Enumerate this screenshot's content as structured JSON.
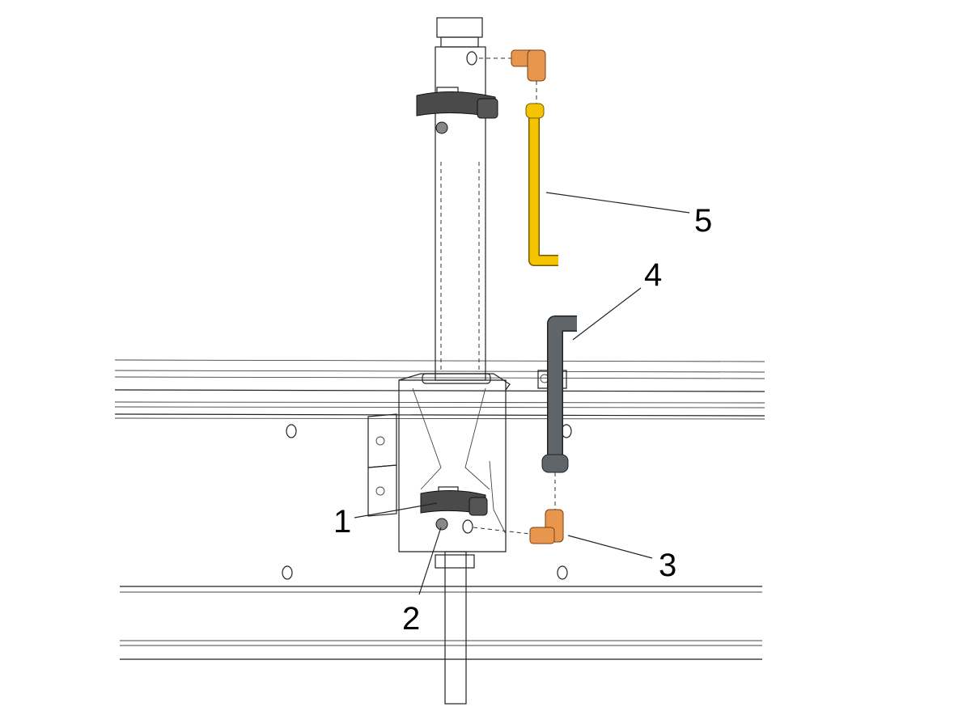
{
  "diagram": {
    "type": "assembly-exploded-view",
    "callouts": [
      {
        "id": "1",
        "label": "1"
      },
      {
        "id": "2",
        "label": "2"
      },
      {
        "id": "3",
        "label": "3"
      },
      {
        "id": "4",
        "label": "4"
      },
      {
        "id": "5",
        "label": "5"
      }
    ],
    "colors": {
      "yellow_tube": "#F5C400",
      "dark_tube": "#5F6468",
      "orange_fitting": "#E8964E",
      "clamp": "#4A4A4A",
      "line": "#222222"
    }
  }
}
